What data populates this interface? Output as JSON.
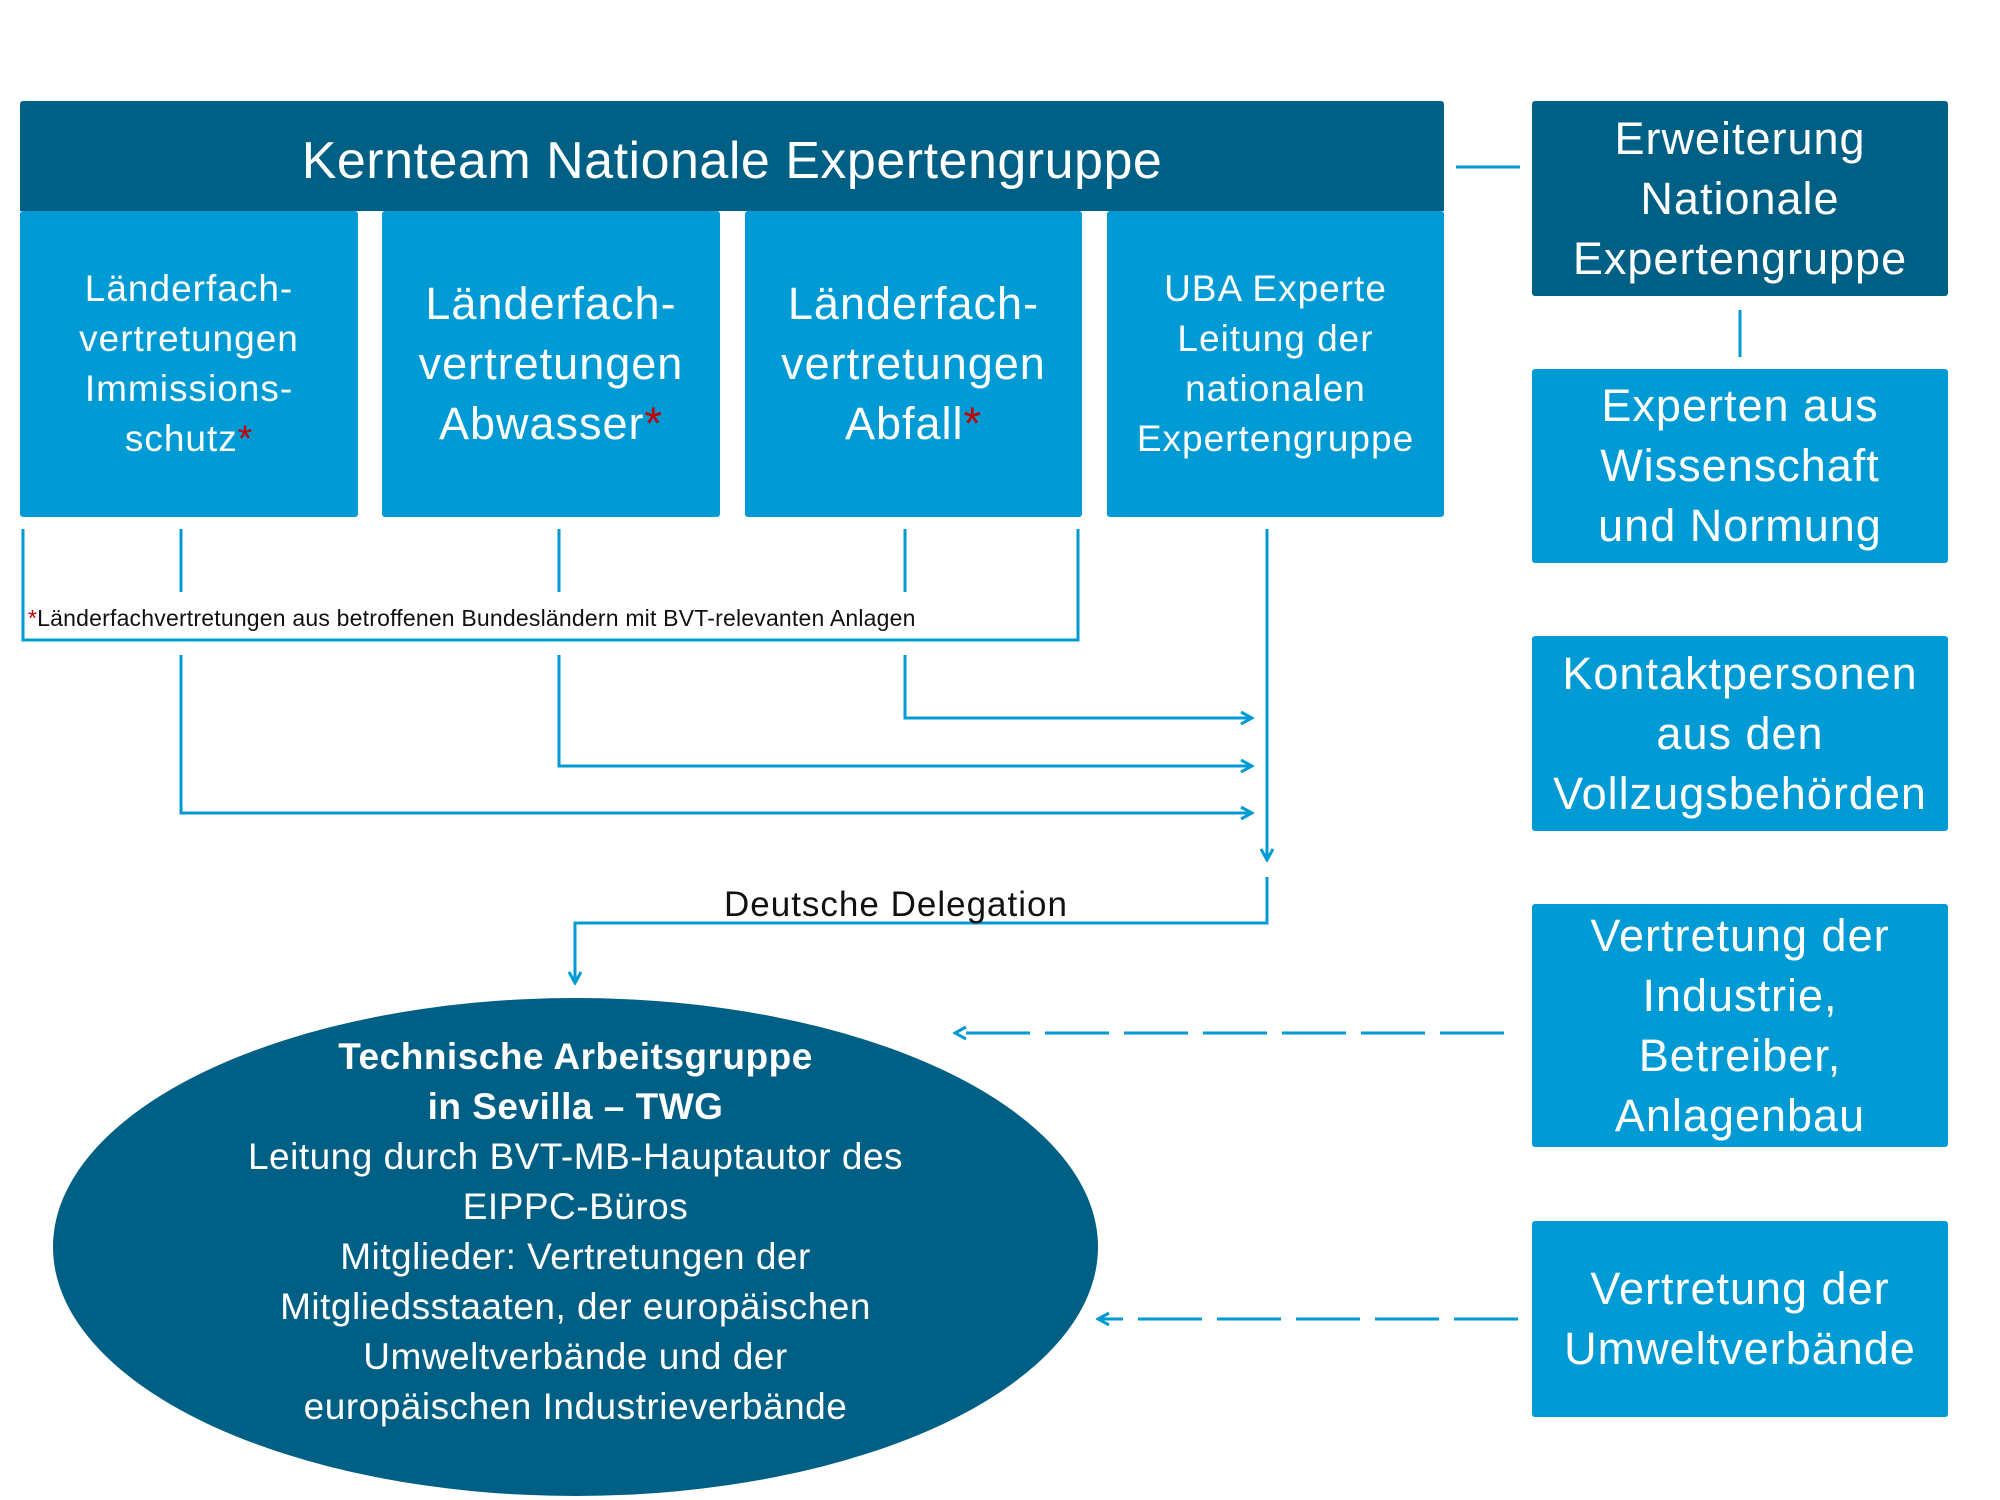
{
  "colors": {
    "dark_blue": "#005f85",
    "light_blue": "#009bd5",
    "connector": "#009bd5",
    "asterisk": "#c00000",
    "text_dark": "#111111"
  },
  "core_team": {
    "title": "Kernteam Nationale Expertengruppe",
    "members": [
      {
        "lines": [
          "Länderfach-",
          "vertretungen",
          "Immissions-",
          "schutz"
        ],
        "asterisk": "*"
      },
      {
        "lines": [
          "Länderfach-",
          "vertretungen",
          "Abwasser"
        ],
        "asterisk": "*"
      },
      {
        "lines": [
          "Länderfach-",
          "vertretungen",
          "Abfall"
        ],
        "asterisk": "*"
      },
      {
        "lines": [
          "UBA Experte",
          "Leitung der",
          "nationalen",
          "Expertengruppe"
        ]
      }
    ]
  },
  "footnote": {
    "asterisk": "*",
    "text": "Länderfachvertretungen aus betroffenen Bundesländern mit BVT-relevanten Anlagen"
  },
  "delegation_label": "Deutsche Delegation",
  "twg": {
    "title_lines": [
      "Technische Arbeitsgruppe",
      "in Sevilla – TWG"
    ],
    "body_lines": [
      "Leitung durch BVT-MB-Hauptautor des",
      "EIPPC-Büros",
      "Mitglieder: Vertretungen der",
      "Mitgliedsstaaten, der europäischen",
      "Umweltverbände und der",
      "europäischen Industrieverbände"
    ]
  },
  "side_groups": [
    {
      "lines": [
        "Erweiterung",
        "Nationale",
        "Expertengruppe"
      ]
    },
    {
      "lines": [
        "Experten aus",
        "Wissenschaft",
        "und Normung"
      ]
    },
    {
      "lines": [
        "Kontaktpersonen",
        "aus den",
        "Vollzugsbehörden"
      ]
    },
    {
      "lines": [
        "Vertretung der",
        "Industrie,",
        "Betreiber,",
        "Anlagenbau"
      ]
    },
    {
      "lines": [
        "Vertretung der",
        "Umweltverbände"
      ]
    }
  ]
}
